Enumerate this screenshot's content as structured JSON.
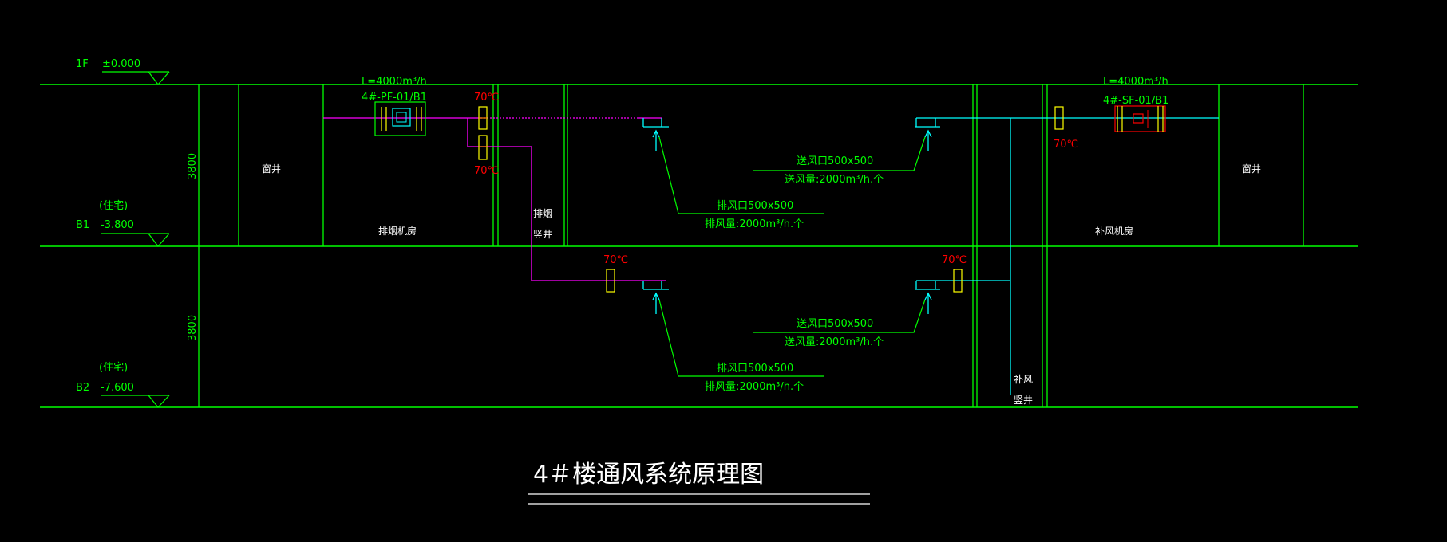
{
  "colors": {
    "background": "#000000",
    "structure": "#00ff00",
    "exhaust_duct": "#ff00ff",
    "supply_duct": "#00ffff",
    "damper": "#ffff00",
    "fire_label": "#ff0000",
    "text": "#ffffff",
    "green_text": "#00ff00"
  },
  "levels": {
    "f1": {
      "name": "1F",
      "elevation": "±0.000"
    },
    "b1": {
      "name": "B1",
      "elevation": "-3.800",
      "note": "(住宅)"
    },
    "b2": {
      "name": "B2",
      "elevation": "-7.600",
      "note": "(住宅)"
    }
  },
  "floor_heights": {
    "b1": "3800",
    "b2": "3800"
  },
  "rooms": {
    "window_well_left": "窗井",
    "exhaust_room": "排烟机房",
    "smoke_shaft_line1": "排烟",
    "smoke_shaft_line2": "竖井",
    "makeup_room": "补风机房",
    "window_well_right": "窗井",
    "makeup_shaft_line1": "补风",
    "makeup_shaft_line2": "竖井"
  },
  "equipment": {
    "exhaust_fan": {
      "flow": "L=4000m³/h",
      "tag": "4#-PF-01/B1"
    },
    "supply_fan": {
      "flow": "L=4000m³/h",
      "tag": "4#-SF-01/B1"
    }
  },
  "fire_dampers": {
    "d1": "70℃",
    "d2": "70℃",
    "d3": "70℃",
    "d4": "70℃",
    "d5": "70℃"
  },
  "outlets": {
    "b1_exhaust": {
      "size": "排风口500x500",
      "flow": "排风量:2000m³/h.个"
    },
    "b1_supply": {
      "size": "送风口500x500",
      "flow": "送风量:2000m³/h.个"
    },
    "b2_exhaust": {
      "size": "排风口500x500",
      "flow": "排风量:2000m³/h.个"
    },
    "b2_supply": {
      "size": "送风口500x500",
      "flow": "送风量:2000m³/h.个"
    }
  },
  "title": "4＃楼通风系统原理图"
}
